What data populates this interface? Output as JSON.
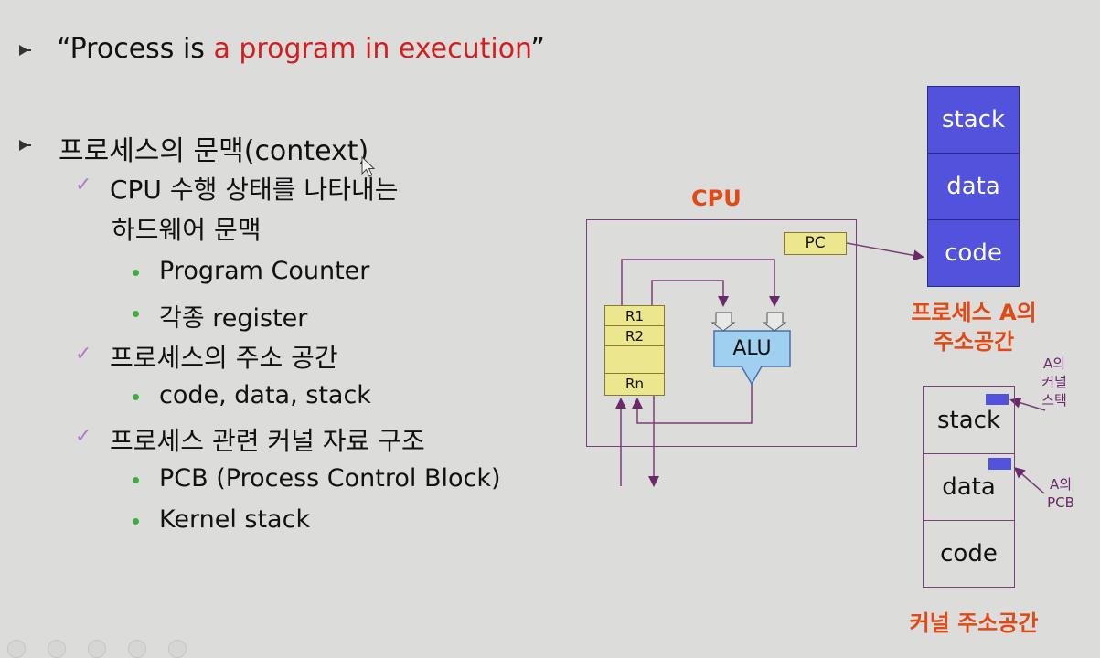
{
  "bullets": {
    "line1_prefix": "“Process is ",
    "line1_highlight": "a program in execution",
    "line1_suffix": "”",
    "line2": "프로세스의 문맥(context)",
    "sub1_line1": "CPU 수행 상태를 나타내는",
    "sub1_line2": "하드웨어 문맥",
    "sub1_items": [
      "Program Counter",
      "각종 register"
    ],
    "sub2": "프로세스의 주소 공간",
    "sub2_items": [
      "code, data, stack"
    ],
    "sub3": "프로세스 관련 커널 자료 구조",
    "sub3_items": [
      "PCB (Process Control Block)",
      "Kernel stack"
    ]
  },
  "cpu": {
    "title": "CPU",
    "pc": "PC",
    "registers": [
      "R1",
      "R2",
      "",
      "Rn"
    ],
    "alu": "ALU"
  },
  "process_a": {
    "segments": [
      "stack",
      "data",
      "code"
    ],
    "caption_line1": "프로세스 A의",
    "caption_line2": "주소공간"
  },
  "kernel": {
    "segments": [
      "stack",
      "data",
      "code"
    ],
    "stack_note": [
      "A의",
      "커널",
      "스택"
    ],
    "pcb_note": [
      "A의",
      "PCB"
    ],
    "caption": "커널 주소공간"
  },
  "colors": {
    "highlight": "#d41e1e",
    "caption": "#e24a15",
    "segment_blue": "#5252dd",
    "diagram_line": "#7b3f7b",
    "register_fill": "#ece78f",
    "alu_fill": "#9fd0f0",
    "check": "#b17ac7",
    "dot": "#3fae3f"
  }
}
